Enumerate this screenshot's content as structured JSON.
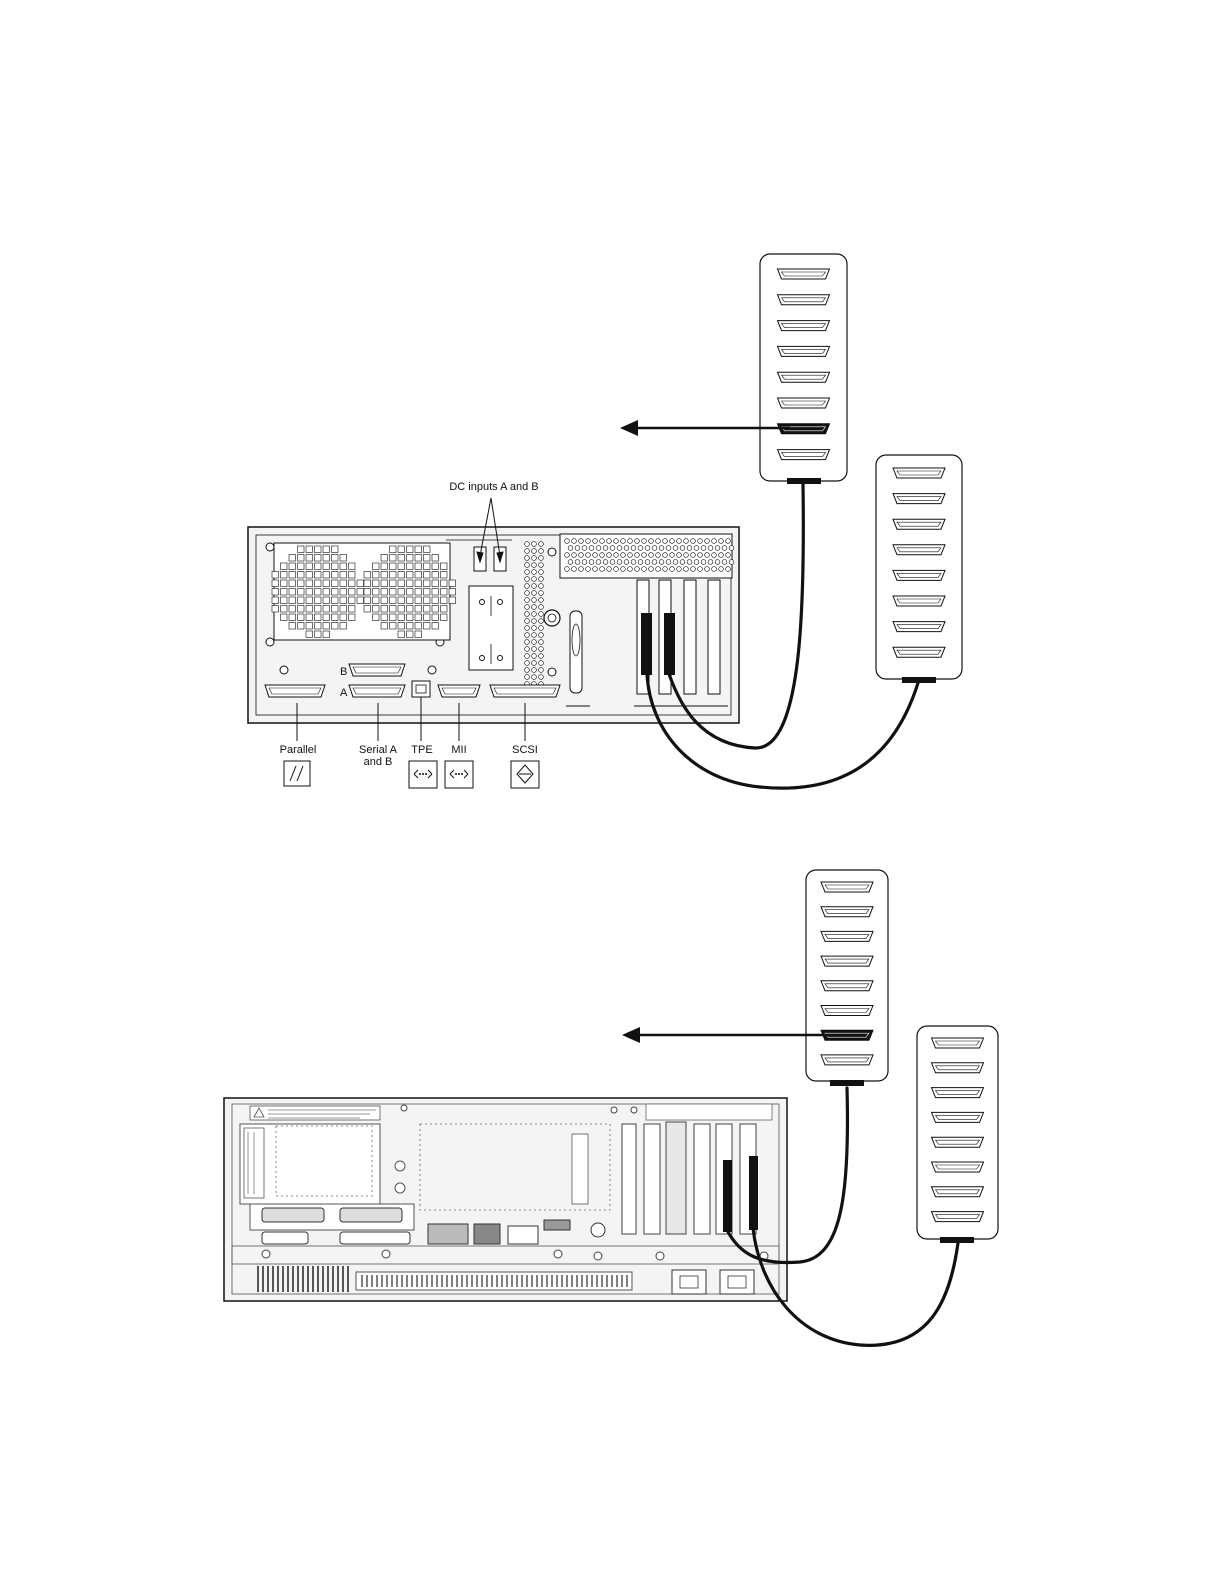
{
  "labels": {
    "dc_inputs": "DC inputs A and B",
    "port_b": "B",
    "port_a": "A",
    "parallel": "Parallel",
    "serial_line1": "Serial A",
    "serial_line2": "and B",
    "tpe": "TPE",
    "mii": "MII",
    "scsi": "SCSI"
  },
  "icons": {
    "parallel": "parallel-port-icon",
    "tpe": "ethernet-tpe-icon",
    "mii": "ethernet-mii-icon",
    "scsi": "scsi-icon"
  },
  "colors": {
    "line": "#111111",
    "background": "#ffffff",
    "panel_fill": "#ffffff",
    "chassis_fill": "#f4f4f4"
  }
}
